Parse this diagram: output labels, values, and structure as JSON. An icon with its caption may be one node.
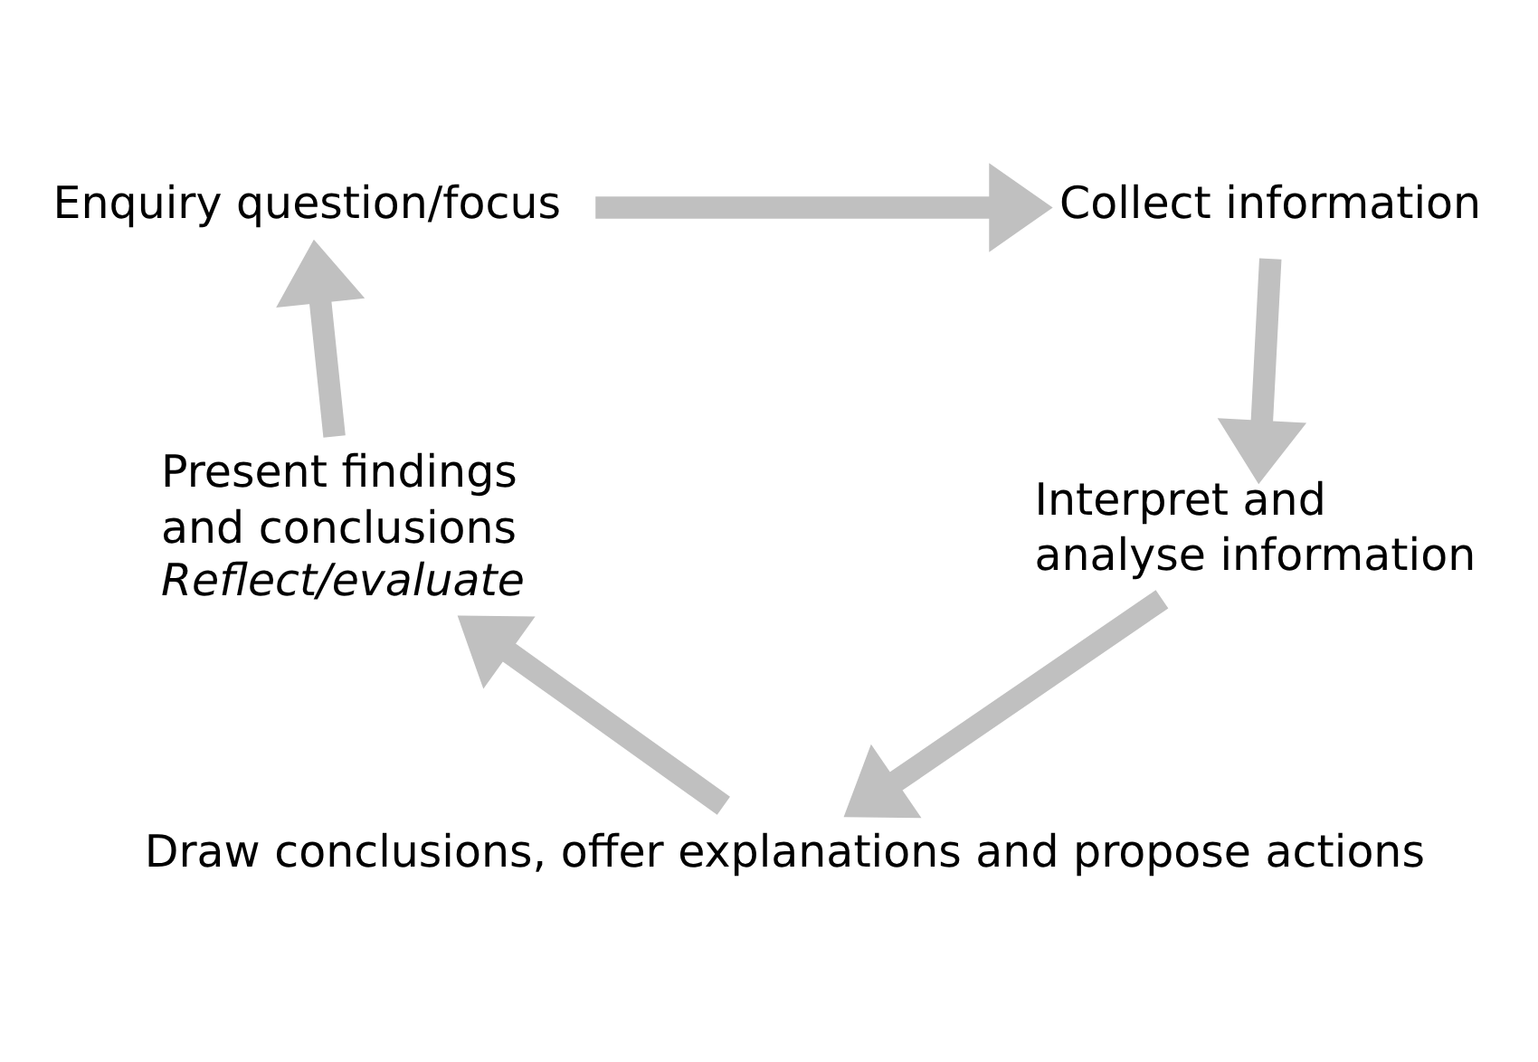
{
  "diagram": {
    "nodes": [
      {
        "text": [
          "Enquiry question/focus"
        ]
      },
      {
        "text": [
          "Collect information"
        ]
      },
      {
        "text": [
          "Interpret and analyse information"
        ]
      },
      {
        "text": [
          "Draw conclusions, offer explanations and propose actions"
        ]
      },
      {
        "text": [
          "Present findings and conclusions",
          "Reflect/evaluate"
        ]
      }
    ],
    "edges": [
      {
        "from": 0,
        "to": 1,
        "arrow": "to"
      },
      {
        "from": 1,
        "to": 2,
        "arrow": "to"
      },
      {
        "from": 2,
        "to": 3,
        "arrow": "to"
      },
      {
        "from": 3,
        "to": 4,
        "arrow": "to"
      },
      {
        "from": 4,
        "to": 0,
        "arrow": "to"
      }
    ]
  }
}
